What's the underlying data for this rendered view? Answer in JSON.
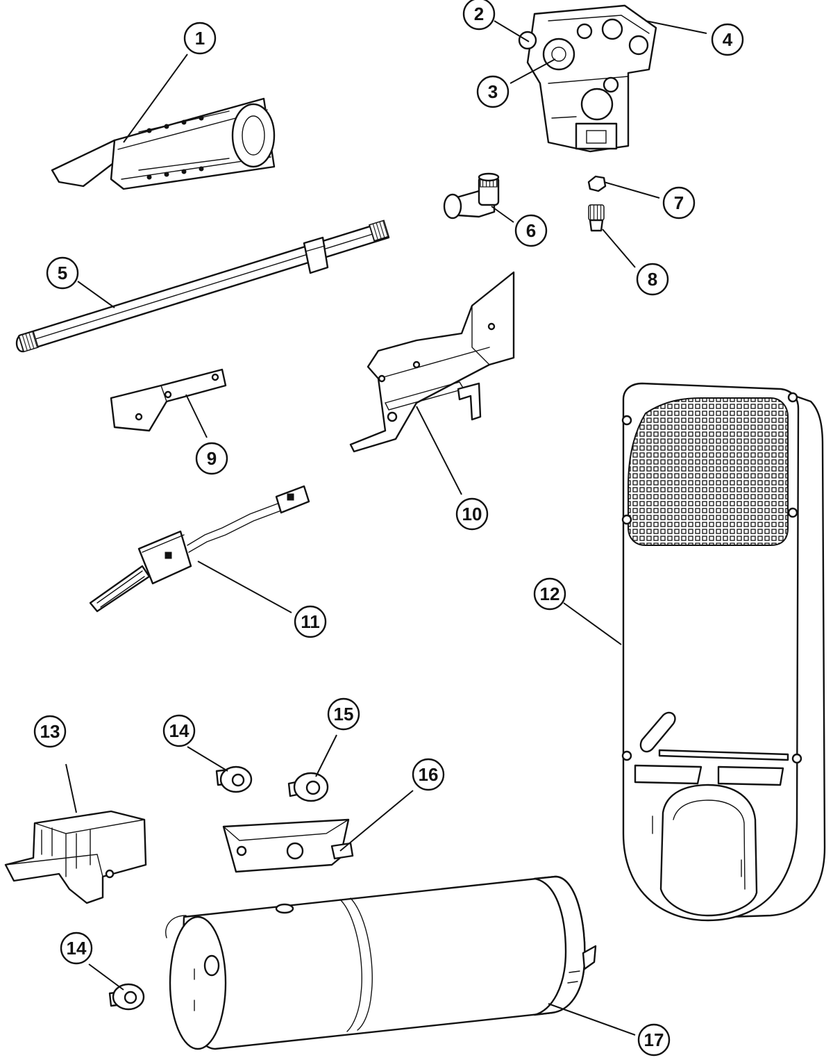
{
  "callouts": [
    {
      "id": "c1",
      "label": "1"
    },
    {
      "id": "c2",
      "label": "2"
    },
    {
      "id": "c3",
      "label": "3"
    },
    {
      "id": "c4",
      "label": "4"
    },
    {
      "id": "c5",
      "label": "5"
    },
    {
      "id": "c6",
      "label": "6"
    },
    {
      "id": "c7",
      "label": "7"
    },
    {
      "id": "c8",
      "label": "8"
    },
    {
      "id": "c9",
      "label": "9"
    },
    {
      "id": "c10",
      "label": "10"
    },
    {
      "id": "c11",
      "label": "11"
    },
    {
      "id": "c12",
      "label": "12"
    },
    {
      "id": "c13",
      "label": "13"
    },
    {
      "id": "c14a",
      "label": "14"
    },
    {
      "id": "c15",
      "label": "15"
    },
    {
      "id": "c16",
      "label": "16"
    },
    {
      "id": "c14b",
      "label": "14"
    },
    {
      "id": "c17",
      "label": "17"
    }
  ]
}
